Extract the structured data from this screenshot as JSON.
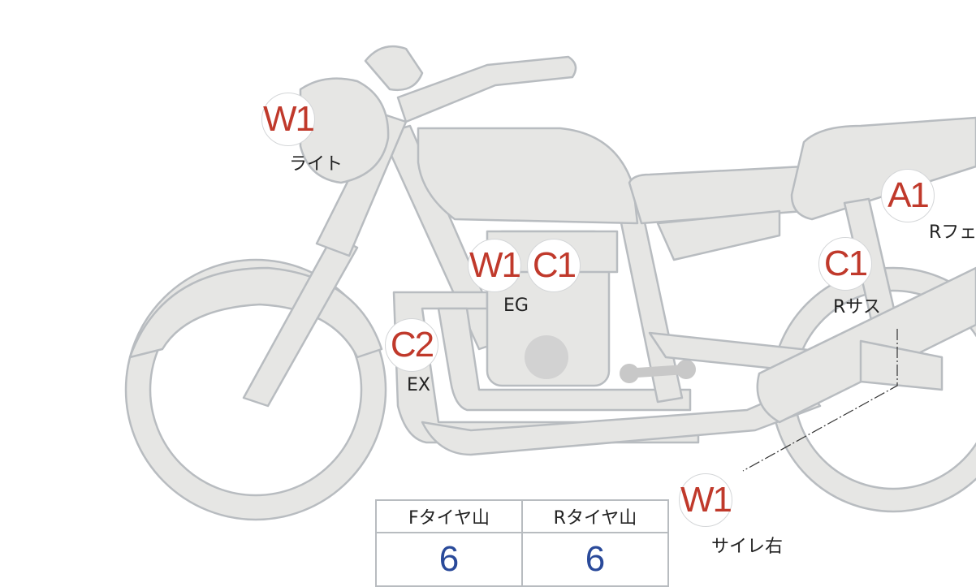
{
  "markers": [
    {
      "code": "W1",
      "label": "ライト"
    },
    {
      "code": "W1",
      "label": "EG"
    },
    {
      "code": "C1"
    },
    {
      "code": "C2",
      "label": "EX"
    },
    {
      "code": "C1",
      "label": "Rサス"
    },
    {
      "code": "A1",
      "label": "Rフェ"
    },
    {
      "code": "W1",
      "label": "サイレ右"
    }
  ],
  "tread_table": {
    "headers": [
      "Fタイヤ山",
      "Rタイヤ山"
    ],
    "values": [
      "6",
      "6"
    ]
  },
  "colors": {
    "marker_text": "#c0392b",
    "value_text": "#2a4a9a",
    "bike_fill": "#e6e6e4",
    "bike_stroke": "#b8bcc0"
  }
}
